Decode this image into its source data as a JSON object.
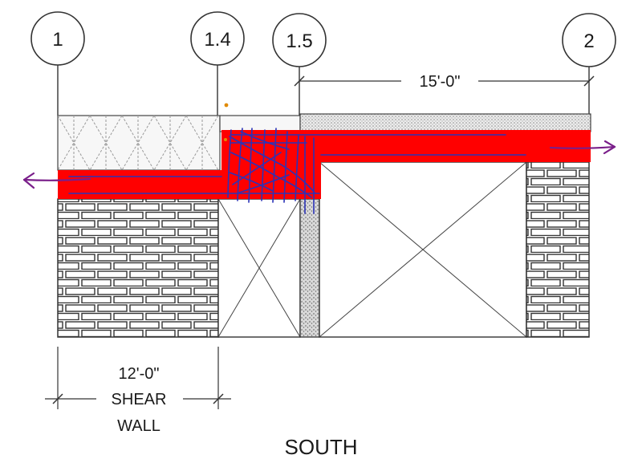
{
  "gridlines": [
    {
      "label": "1"
    },
    {
      "label": "1.4"
    },
    {
      "label": "1.5"
    },
    {
      "label": "2"
    }
  ],
  "dimensions": {
    "top": {
      "label": "15'-0\""
    },
    "bottom": {
      "line1": "12'-0\"",
      "line2": "SHEAR",
      "line3": "WALL"
    }
  },
  "view_title": "SOUTH",
  "colors": {
    "drag_strut": "#ff0000",
    "markup_blue": "#2a33b8",
    "markup_arrow": "#7a1f8a",
    "line": "#333333",
    "hatch": "#c8c8c8"
  },
  "icons": [
    "arrow-left-icon",
    "arrow-right-icon"
  ]
}
